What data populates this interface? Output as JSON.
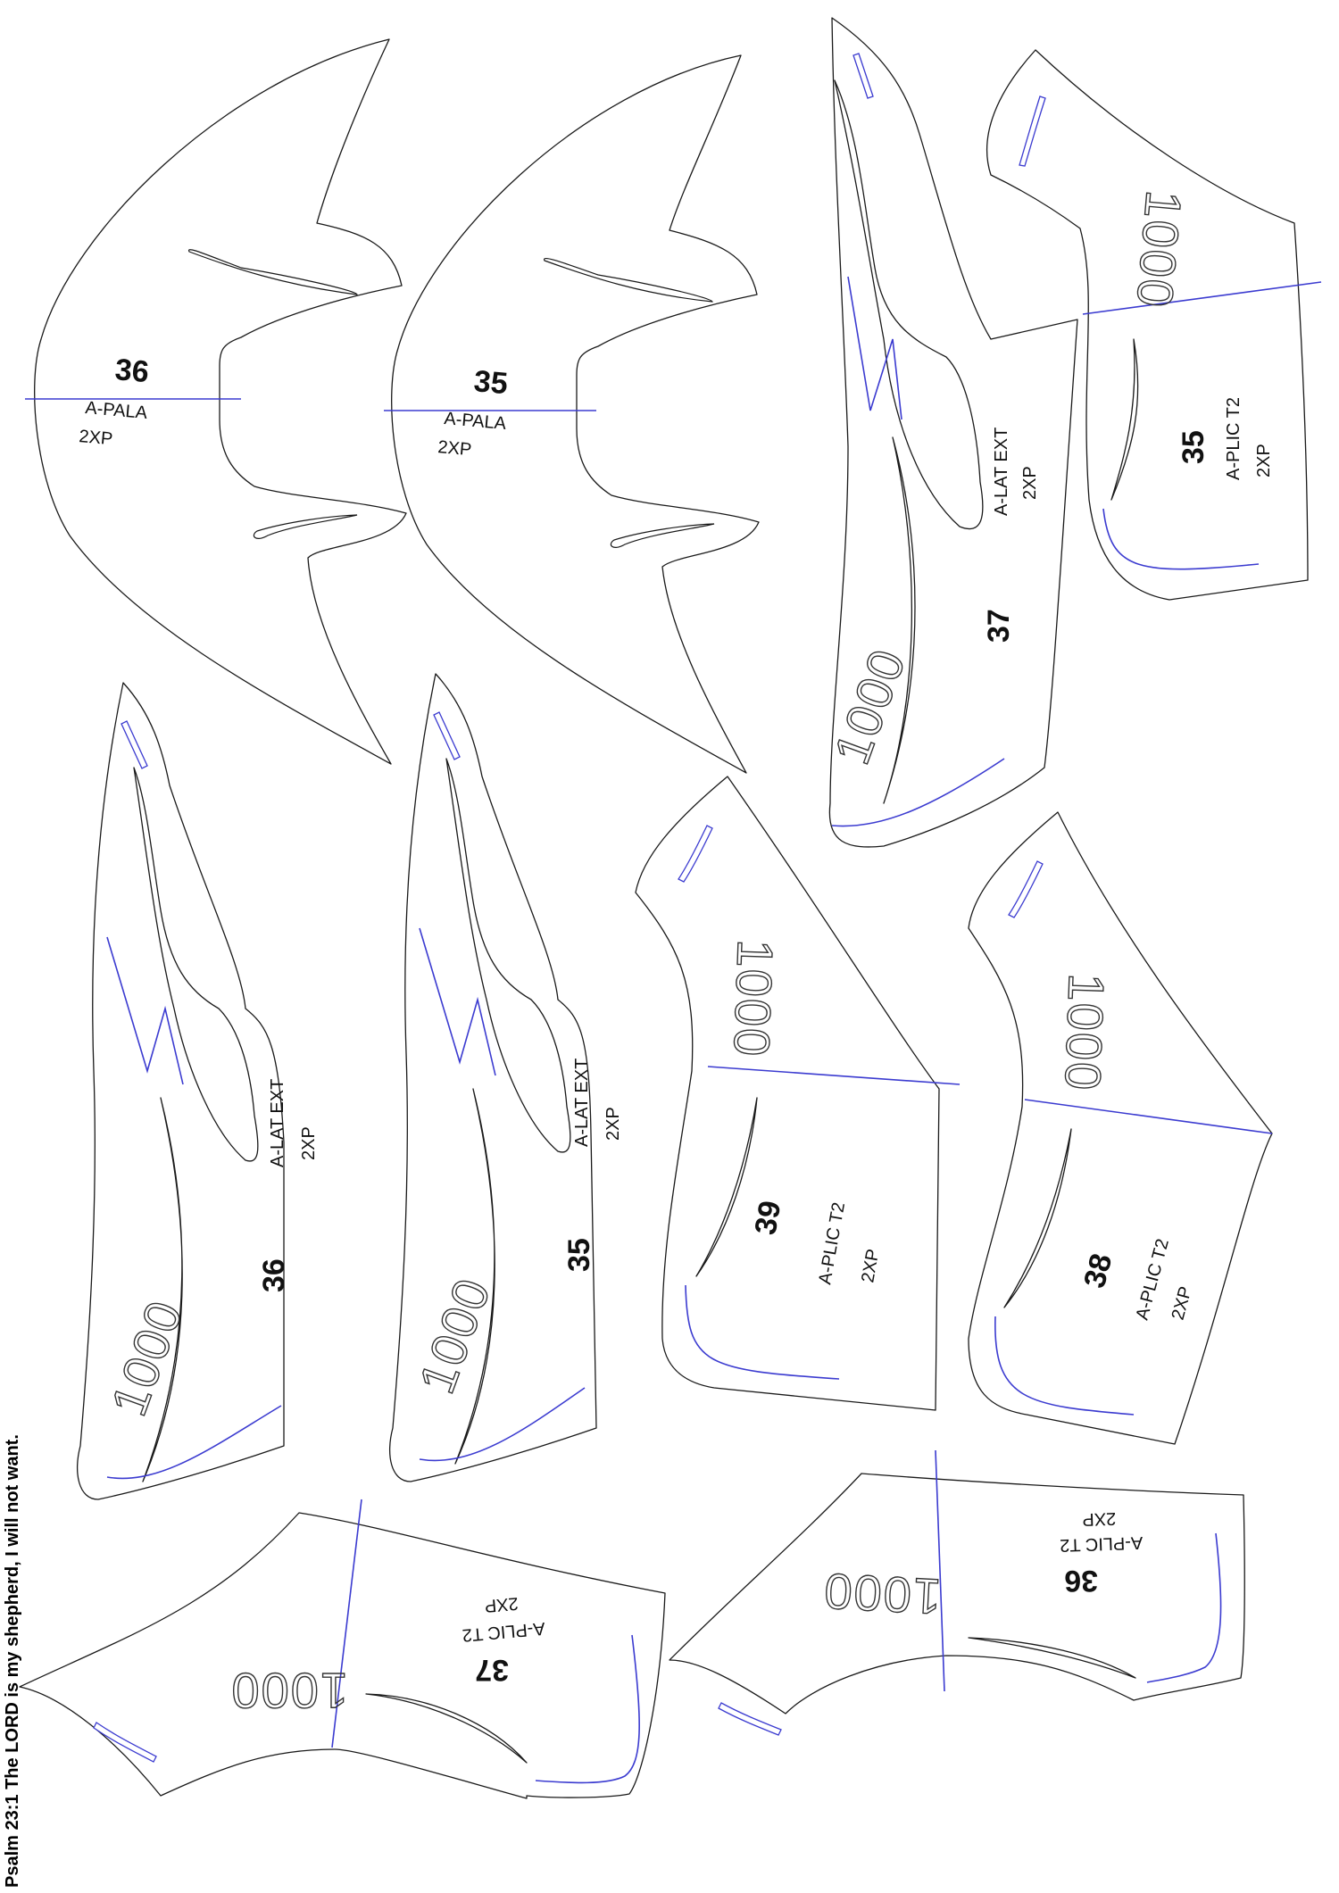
{
  "verse": "Psalm 23:1 The LORD is my shepherd, I will not want.",
  "colors": {
    "cut_line": "#1a1a1a",
    "guide_line": "#3b3bd0"
  },
  "pieces": [
    {
      "id": "pala-36",
      "number": "36",
      "name": "A-PALA",
      "qty": "2XP"
    },
    {
      "id": "pala-35",
      "number": "35",
      "name": "A-PALA",
      "qty": "2XP"
    },
    {
      "id": "lat-37",
      "number": "37",
      "name": "A-LAT EXT",
      "qty": "2XP",
      "mark": "1000"
    },
    {
      "id": "plic-35",
      "number": "35",
      "name": "A-PLIC T2",
      "qty": "2XP",
      "mark": "1000"
    },
    {
      "id": "lat-36",
      "number": "36",
      "name": "A-LAT EXT",
      "qty": "2XP",
      "mark": "1000"
    },
    {
      "id": "lat-35",
      "number": "35",
      "name": "A-LAT EXT",
      "qty": "2XP",
      "mark": "1000"
    },
    {
      "id": "plic-39",
      "number": "39",
      "name": "A-PLIC T2",
      "qty": "2XP",
      "mark": "1000"
    },
    {
      "id": "plic-38",
      "number": "38",
      "name": "A-PLIC T2",
      "qty": "2XP",
      "mark": "1000"
    },
    {
      "id": "plic-37",
      "number": "37",
      "name": "A-PLIC T2",
      "qty": "2XP",
      "mark": "1000"
    },
    {
      "id": "plic-36",
      "number": "36",
      "name": "A-PLIC T2",
      "qty": "2XP",
      "mark": "1000"
    }
  ]
}
